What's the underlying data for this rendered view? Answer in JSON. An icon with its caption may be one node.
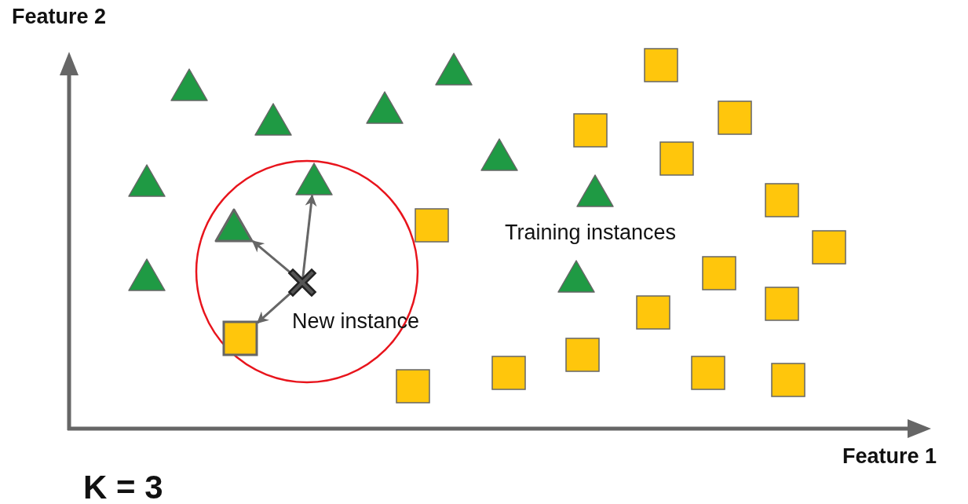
{
  "diagram": {
    "nodes": [
      {
        "text": [],
        "shape": "cross",
        "beside": [
          "New instance"
        ]
      },
      {
        "text": [],
        "shape": "triangle"
      },
      {
        "text": [],
        "shape": "triangle"
      },
      {
        "text": [],
        "shape": "triangle"
      },
      {
        "text": [],
        "shape": "triangle"
      },
      {
        "text": [],
        "shape": "box"
      },
      {
        "text": [],
        "shape": "triangle"
      },
      {
        "text": [],
        "shape": "triangle"
      },
      {
        "text": [],
        "shape": "triangle"
      },
      {
        "text": [],
        "shape": "box"
      },
      {
        "text": [],
        "shape": "box"
      },
      {
        "text": [],
        "shape": "triangle"
      },
      {
        "text": [],
        "shape": "triangle"
      },
      {
        "text": [],
        "shape": "box"
      },
      {
        "text": [],
        "shape": "triangle"
      },
      {
        "text": [],
        "shape": "box"
      },
      {
        "text": [],
        "shape": "box"
      },
      {
        "text": [],
        "shape": "triangle"
      },
      {
        "text": [],
        "shape": "box"
      },
      {
        "text": [],
        "shape": "box"
      },
      {
        "text": [],
        "shape": "box"
      },
      {
        "text": [],
        "shape": "box"
      },
      {
        "text": [],
        "shape": "box"
      },
      {
        "text": [],
        "shape": "box"
      },
      {
        "text": [],
        "shape": "box"
      },
      {
        "text": [],
        "shape": "box"
      },
      {
        "text": [],
        "shape": "box"
      },
      {
        "text": [],
        "shape": "box"
      }
    ],
    "edges": [
      {
        "from": 0,
        "to": 4,
        "arrow": "to"
      },
      {
        "from": 0,
        "to": 7,
        "arrow": "to"
      },
      {
        "from": 0,
        "to": 5,
        "arrow": "to"
      }
    ],
    "labels": [
      "Feature 2",
      "Training instances",
      "Feature 1",
      "K = 3"
    ]
  }
}
